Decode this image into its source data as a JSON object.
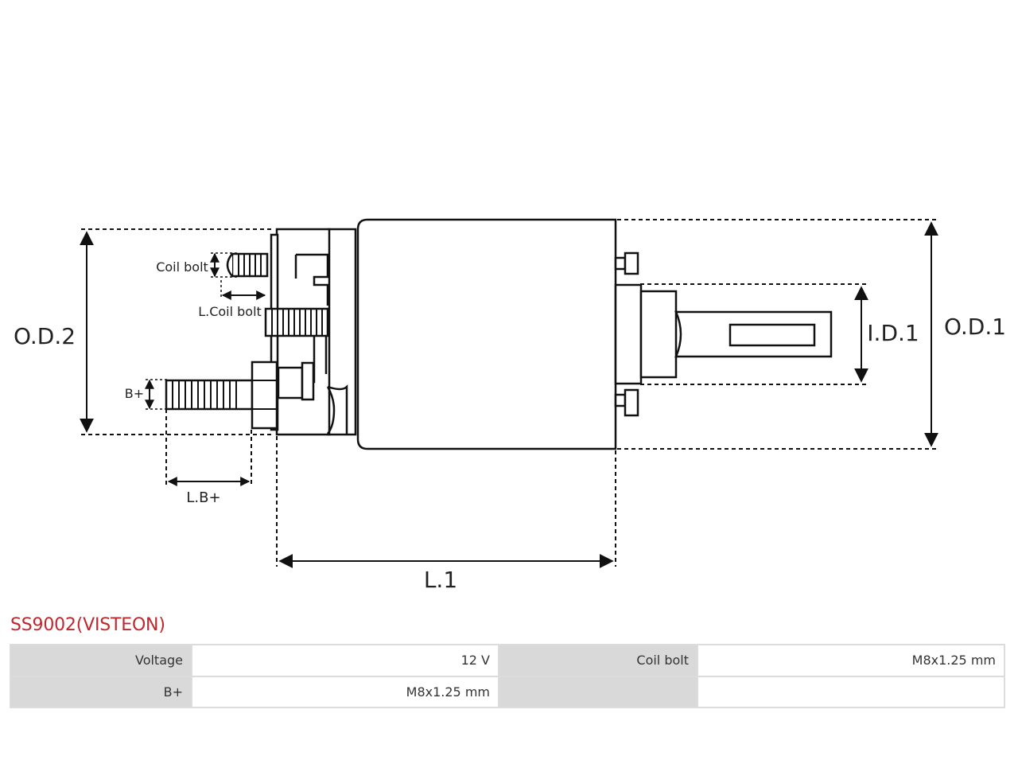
{
  "diagram": {
    "labels": {
      "od2": "O.D.2",
      "od1": "O.D.1",
      "id1": "I.D.1",
      "coil_bolt": "Coil bolt",
      "l_coil_bolt": "L.Coil bolt",
      "b_plus": "B+",
      "l_b_plus": "L.B+",
      "l1": "L.1"
    }
  },
  "product": {
    "title": "SS9002(VISTEON)"
  },
  "specs": {
    "rows": [
      {
        "k1": "Voltage",
        "v1": "12 V",
        "k2": "Coil bolt",
        "v2": "M8x1.25 mm"
      },
      {
        "k1": "B+",
        "v1": "M8x1.25 mm",
        "k2": "",
        "v2": ""
      }
    ]
  }
}
